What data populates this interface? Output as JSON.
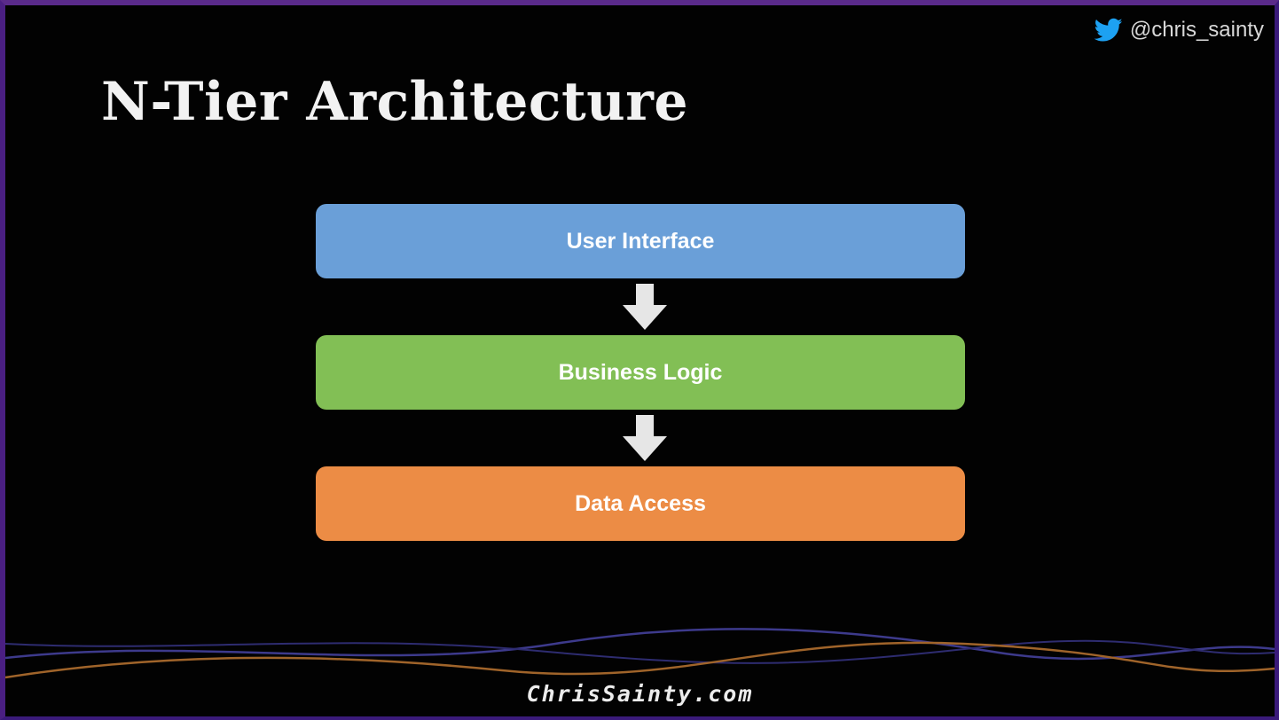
{
  "slide": {
    "title": "N-Tier Architecture",
    "twitter_handle": "@chris_sainty",
    "footer_brand": "ChrisSainty.com"
  },
  "tiers": [
    {
      "label": "User Interface",
      "color": "#6a9fd8"
    },
    {
      "label": "Business Logic",
      "color": "#82bf55"
    },
    {
      "label": "Data Access",
      "color": "#ec8c45"
    }
  ],
  "arrows": [
    {
      "from": "User Interface",
      "to": "Business Logic"
    },
    {
      "from": "Business Logic",
      "to": "Data Access"
    }
  ],
  "colors": {
    "background": "#020202",
    "title": "#f2f2f2",
    "arrow": "#e6e6e6",
    "twitter_blue": "#1da1f2",
    "wave_purple": "#3d3a8c",
    "wave_orange": "#a0642a"
  },
  "icons": {
    "twitter": "twitter-bird-icon",
    "arrow": "arrow-down-icon"
  }
}
